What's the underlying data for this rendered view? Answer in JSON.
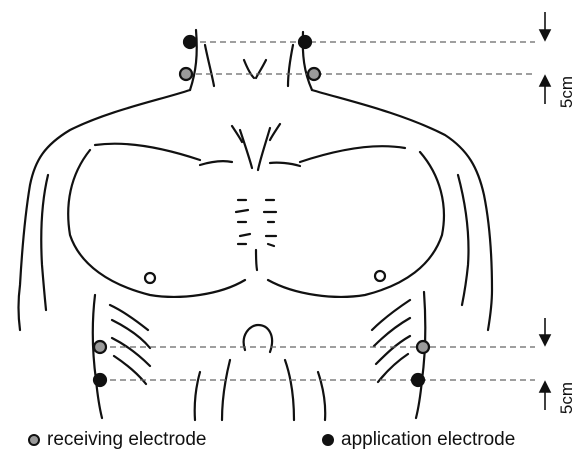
{
  "labels": {
    "distance_top": "5cm",
    "distance_bottom": "5cm"
  },
  "legend": {
    "receiving": "receiving electrode",
    "application": "application electrode"
  },
  "colors": {
    "line": "#111111",
    "receiving_fill": "#9a9a9a",
    "application_fill": "#111111",
    "dash": "#666666"
  }
}
